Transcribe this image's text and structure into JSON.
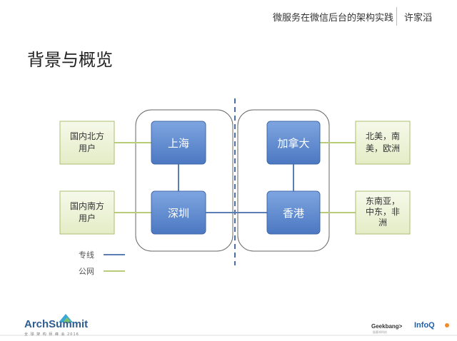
{
  "header": {
    "title": "微服务在微信后台的架构实践",
    "author": "许家滔"
  },
  "page": {
    "title": "背景与概览"
  },
  "regions": {
    "north_cn": "国内北方\n用户",
    "south_cn": "国内南方\n用户",
    "north_america": "北美，南\n美，欧洲",
    "southeast_asia": "东南亚，\n中东，非\n洲"
  },
  "datacenters": {
    "shanghai": "上海",
    "shenzhen": "深圳",
    "canada": "加拿大",
    "hongkong": "香港"
  },
  "legend": {
    "dedicated_line": "专线",
    "public_network": "公网"
  },
  "colors": {
    "dedicated_line": "#5b7fb5",
    "public_network": "#b8cc7a",
    "datacenter_fill": "#5f8ad0",
    "region_fill": "#eef3dc",
    "region_border": "#a9bf72"
  },
  "logos": {
    "archsummit": "ArchSummit",
    "archsummit_sub": "全 球 架 构 师 峰 会 2016",
    "geekbang": "Geekbang>",
    "geekbang_sub": "极客邦科技",
    "infoq": "InfoQ"
  }
}
